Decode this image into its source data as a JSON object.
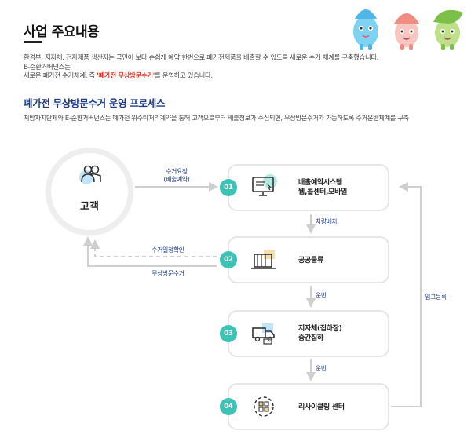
{
  "header": {
    "title": "사업 주요내용"
  },
  "intro": {
    "line1": "환경부, 지자체, 전자제품 생산자는 국민이 보다 손쉽게 예약 한번으로 폐가전제품을 배출할 수 있도록 새로운 수거 체계를 구축했습니다.",
    "line2": "E-순환거버넌스는",
    "line3_prefix": "새로운 폐가전 수거체계, 즉 ",
    "line3_highlight": "'폐가전 무상방문수거'",
    "line3_suffix": "를 운영하고 있습니다."
  },
  "section": {
    "title": "폐가전 무상방문수거 운영 프로세스",
    "description": "지방자치단체와 E-순환거버넌스는 폐가전 위수탁처리계약을 통해 고객으로부터 배출정보가 수집되면, 무상방문수거가 가능하도록 수거운반체계를 구축"
  },
  "process": {
    "customer": {
      "label": "고객",
      "icon": "people-icon"
    },
    "steps": [
      {
        "number": "01",
        "label_line1": "배출예약시스템",
        "label_line2": "웹,콜센터,모바일",
        "icon": "monitor-icon"
      },
      {
        "number": "02",
        "label_line1": "공공물류",
        "label_line2": "",
        "icon": "warehouse-icon"
      },
      {
        "number": "03",
        "label_line1": "지자체(집하장)",
        "label_line2": "중간집하",
        "icon": "truck-icon"
      },
      {
        "number": "04",
        "label_line1": "리사이클링 센터",
        "label_line2": "",
        "icon": "recycle-icon"
      }
    ],
    "flows": {
      "request_line1": "수거요청",
      "request_line2": "(배출예약)",
      "dispatch": "차량배차",
      "confirm": "수거일정확인",
      "visit": "무상방문수거",
      "transport_1": "운반",
      "transport_2": "운반",
      "warehousing": "입고등록"
    }
  },
  "colors": {
    "accent_teal": "#3cc3b5",
    "section_blue": "#1a3a8a",
    "highlight_red": "#d93a2a",
    "arrow_gray": "#cfcfcf"
  }
}
